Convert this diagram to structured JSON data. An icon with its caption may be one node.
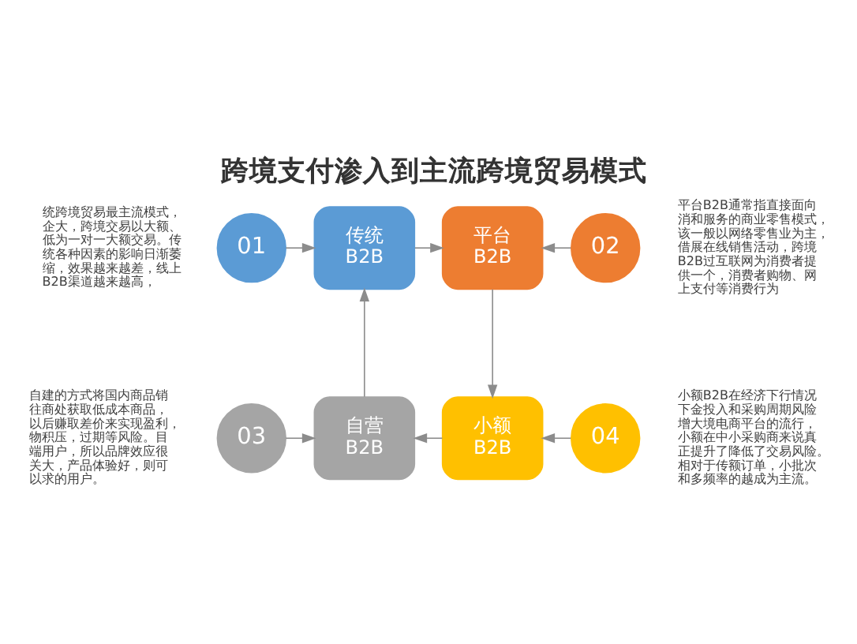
{
  "diagram": {
    "title": "跨境支付渗入到主流跨境贸易模式",
    "nodes": [
      {
        "text": [
          "01"
        ],
        "beside": [
          "统跨境贸易最主流模式，企大，跨境交易以大额、低为一对一大额交易。传统各种因素的影响日渐萎缩，效果越来越差，线上B2B渠道越来越高，"
        ]
      },
      {
        "text": [
          "02"
        ],
        "beside": [
          "平台B2B通常指直接面向消和服务的商业零售模式，该一般以网络零售业为主，借展在线销售活动，跨境B2B过互联网为消费者提供一个，消费者购物、网上支付等消费行为"
        ]
      },
      {
        "text": [
          "传统B2B"
        ]
      },
      {
        "text": [
          "平台B2B"
        ]
      },
      {
        "text": [
          "自营B2B"
        ]
      },
      {
        "text": [
          "小额B2B"
        ]
      },
      {
        "text": [
          "03"
        ],
        "beside": [
          "自建的方式将国内商品销往商处获取低成本商品，以后赚取差价来实现盈利，物积压，过期等风险。目端用户，所以品牌效应很关大，产品体验好，则可以求的用户。"
        ]
      },
      {
        "text": [
          "04"
        ],
        "beside": [
          "小额B2B在经济下行情况下金投入和采购周期风险增大境电商平台的流行，小额在中小采购商来说真正提升了降低了交易风险。相对于传额订单，小批次和多频率的越成为主流。"
        ]
      }
    ],
    "edges": [
      {
        "from": 0,
        "to": 2,
        "arrow": "to"
      },
      {
        "from": 1,
        "to": 3,
        "arrow": "to"
      },
      {
        "from": 2,
        "to": 3,
        "arrow": "to"
      },
      {
        "from": 3,
        "to": 5,
        "arrow": "to"
      },
      {
        "from": 5,
        "to": 4,
        "arrow": "to"
      },
      {
        "from": 4,
        "to": 2,
        "arrow": "to"
      },
      {
        "from": 6,
        "to": 4,
        "arrow": "to"
      },
      {
        "from": 7,
        "to": 5,
        "arrow": "to"
      }
    ]
  }
}
